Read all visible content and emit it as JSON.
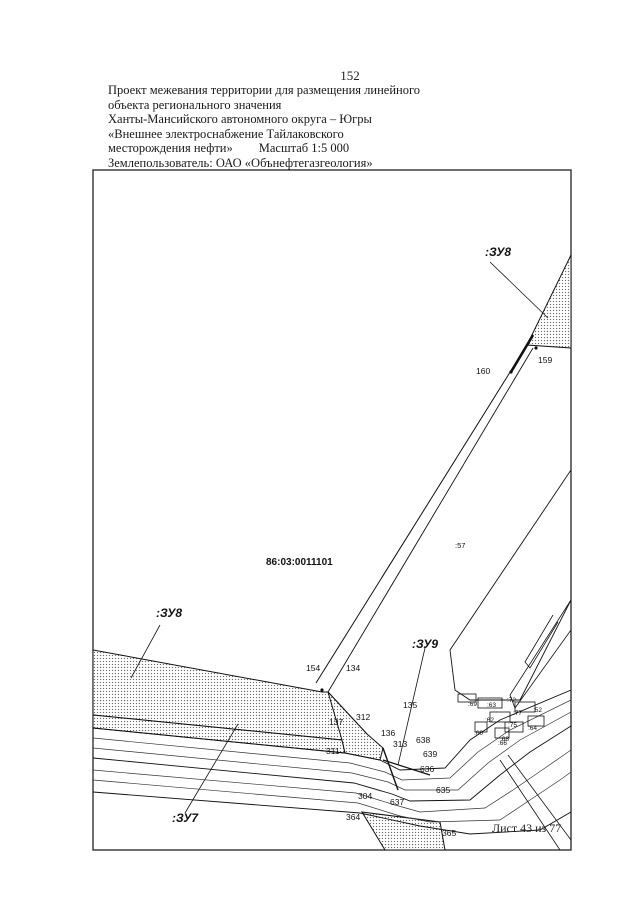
{
  "page_number": "152",
  "header": {
    "line1": "Проект межевания территории для размещения линейного",
    "line2": "объекта регионального значения",
    "line3": "Ханты-Мансийского автономного округа – Югры",
    "line4": "«Внешнее электроснабжение Тайлаковского",
    "line5_project": "месторождения нефти»",
    "line5_scale": "Масштаб 1:5 000",
    "line6": "Землепользователь: ОАО «Обънефтегазгеология»"
  },
  "map": {
    "cadastral_block": "86:03:0011101",
    "parcel_57": ":57",
    "zones": {
      "zu8_top": ":ЗУ8",
      "zu8_left": ":ЗУ8",
      "zu9": ":ЗУ9",
      "zu7": ":ЗУ7"
    },
    "points": {
      "p159": "159",
      "p160": "160",
      "p154": "154",
      "p134": "134",
      "p135": "135",
      "p312": "312",
      "p137": "137",
      "p136": "136",
      "p313": "313",
      "p311": "311",
      "p638": "638",
      "p639": "639",
      "p636": "636",
      "p635": "635",
      "p637": "637",
      "p304": "304",
      "p364": "364",
      "p365": "365",
      "p69": ":69",
      "p63": ":63",
      "p72": ":72",
      "p62": ":62",
      "p77": ":77",
      "p75": ":75",
      "p68": ":68",
      "p60": ":60",
      "p52": ":52",
      "p64": ":64",
      "p66": ":66"
    }
  },
  "sheet_label": "Лист 43 из 77"
}
